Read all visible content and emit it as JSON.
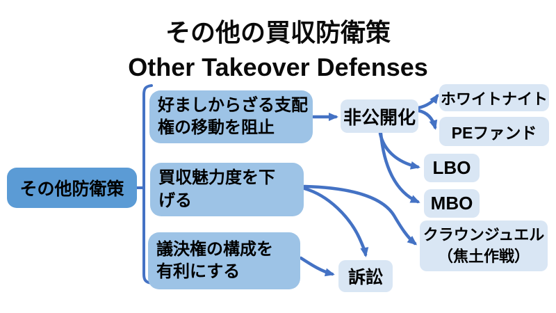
{
  "title": {
    "line1": "その他の買収防衛策",
    "line2": "Other Takeover Defenses"
  },
  "root": {
    "label": "その他防衛策"
  },
  "branches": [
    {
      "label": "好ましからざる支配権の移動を阻止",
      "line1": "好ましからざる支配",
      "line2": "権の移動を阻止"
    },
    {
      "label": "買収魅力度を下げる",
      "line1": "買収魅力度を下",
      "line2": "げる"
    },
    {
      "label": "議決権の構成を有利にする",
      "line1": "議決権の構成を",
      "line2": "有利にする"
    }
  ],
  "nodes": {
    "going_private": {
      "label": "非公開化"
    },
    "white_knight": {
      "label": "ホワイトナイト"
    },
    "pe_fund": {
      "label": "PEファンド"
    },
    "lbo": {
      "label": "LBO"
    },
    "mbo": {
      "label": "MBO"
    },
    "crown_jewel": {
      "label": "クラウンジュエル（焦土作戦）",
      "line1": "クラウンジュエル",
      "line2": "（焦土作戦）"
    },
    "lawsuit": {
      "label": "訴訟"
    }
  },
  "edges": [
    {
      "from": "その他防衛策",
      "to": "好ましからざる支配権の移動を阻止",
      "type": "bracket"
    },
    {
      "from": "その他防衛策",
      "to": "買収魅力度を下げる",
      "type": "bracket"
    },
    {
      "from": "その他防衛策",
      "to": "議決権の構成を有利にする",
      "type": "bracket"
    },
    {
      "from": "好ましからざる支配権の移動を阻止",
      "to": "非公開化",
      "type": "arrow"
    },
    {
      "from": "非公開化",
      "to": "ホワイトナイト",
      "type": "arrow"
    },
    {
      "from": "非公開化",
      "to": "PEファンド",
      "type": "arrow"
    },
    {
      "from": "非公開化",
      "to": "LBO",
      "type": "arrow"
    },
    {
      "from": "非公開化",
      "to": "MBO",
      "type": "arrow"
    },
    {
      "from": "買収魅力度を下げる",
      "to": "クラウンジュエル（焦土作戦）",
      "type": "arrow"
    },
    {
      "from": "買収魅力度を下げる",
      "to": "訴訟",
      "type": "arrow"
    },
    {
      "from": "議決権の構成を有利にする",
      "to": "訴訟",
      "type": "arrow"
    }
  ],
  "colors": {
    "background": "#FFFFFF",
    "text": "#000000",
    "arrow": "#4472C4",
    "root_fill": "#5B9BD5",
    "branch_fill": "#9DC3E6",
    "leaf_fill": "#D9E6F4"
  }
}
